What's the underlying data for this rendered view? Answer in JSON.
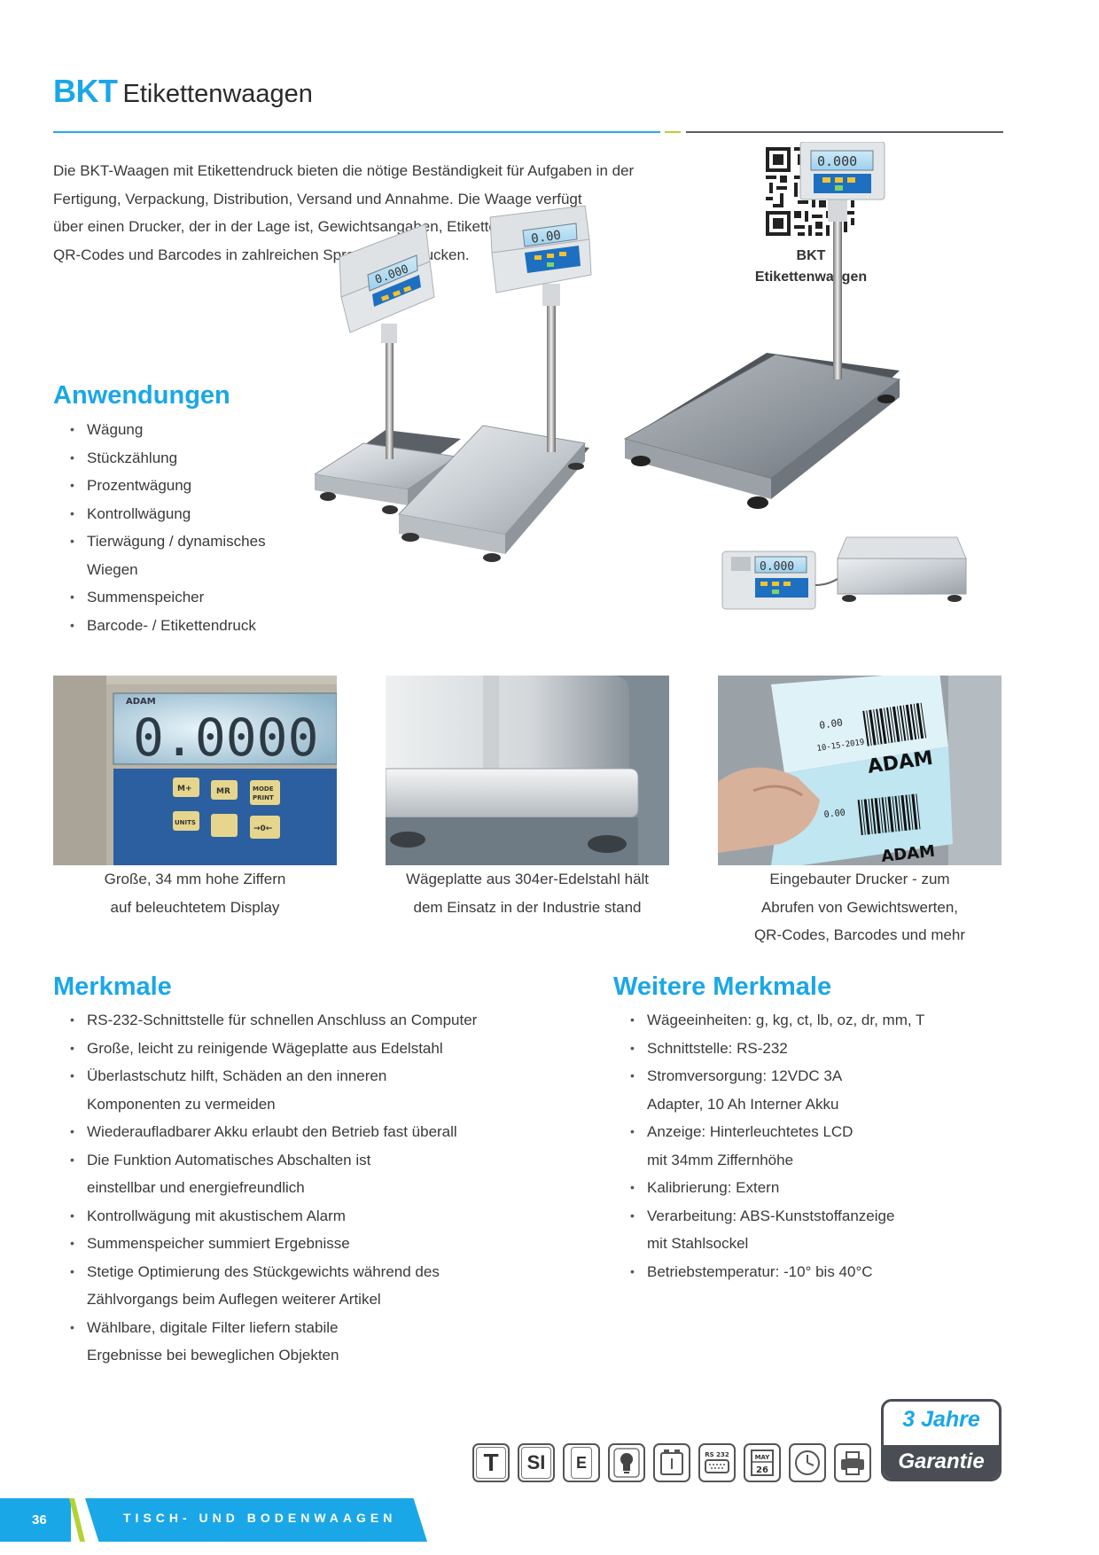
{
  "header": {
    "model": "BKT",
    "title": "Etikettenwaagen"
  },
  "intro": [
    "Die BKT-Waagen mit Etikettendruck bieten die nötige Beständigkeit für Aufgaben in der",
    "Fertigung, Verpackung, Distribution, Versand und Annahme. Die Waage verfügt",
    "über einen Drucker, der in der Lage ist, Gewichtsangaben, Etiketten,",
    "QR-Codes und Barcodes in zahlreichen Sprachen zu drucken."
  ],
  "qr": {
    "caption_line1": "BKT",
    "caption_line2": "Etikettenwaagen"
  },
  "applications": {
    "heading": "Anwendungen",
    "items": [
      "Wägung",
      "Stückzählung",
      "Prozentwägung",
      "Kontrollwägung",
      "Tierwägung / dynamisches",
      "Wiegen",
      "Summenspeicher",
      "Barcode- / Etikettendruck"
    ]
  },
  "product_images": {
    "display_small_readout": "0.000",
    "display_mid_readout": "0.00",
    "display_tall_readout": "0.000",
    "display_side_readout": "0.000"
  },
  "photos": [
    {
      "caption": [
        "Große, 34 mm hohe Ziffern",
        "auf beleuchtetem Display"
      ],
      "brand": "ADAM",
      "readout": "0.0000",
      "keys": [
        "M+",
        "MR",
        "MODE",
        "PRINT",
        "UNITS",
        "→0←"
      ]
    },
    {
      "caption": [
        "Wägeplatte aus 304er-Edelstahl hält",
        "dem Einsatz in der Industrie stand"
      ]
    },
    {
      "caption": [
        "Eingebauter Drucker - zum",
        "Abrufen von Gewichtswerten,",
        "QR-Codes, Barcodes und mehr"
      ],
      "label_values": [
        "0.00",
        "0.00",
        "10-15-2019"
      ],
      "brand": "ADAM"
    }
  ],
  "features": {
    "heading": "Merkmale",
    "items": [
      "RS-232-Schnittstelle für schnellen Anschluss an Computer",
      "Große, leicht zu reinigende Wägeplatte aus Edelstahl",
      "Überlastschutz hilft, Schäden an den inneren",
      "Komponenten zu vermeiden",
      "Wiederaufladbarer Akku erlaubt den Betrieb fast überall",
      "Die Funktion Automatisches Abschalten ist",
      "einstellbar und energiefreundlich",
      "Kontrollwägung mit akustischem Alarm",
      "Summenspeicher summiert Ergebnisse",
      "Stetige Optimierung des Stückgewichts während des",
      "Zählvorgangs beim Auflegen weiterer Artikel",
      "Wählbare, digitale Filter liefern stabile",
      "Ergebnisse bei beweglichen Objekten"
    ],
    "bullet_flags": [
      true,
      true,
      true,
      false,
      true,
      true,
      false,
      true,
      true,
      true,
      false,
      true,
      false
    ]
  },
  "more_features": {
    "heading": "Weitere Merkmale",
    "items": [
      "Wägeeinheiten: g, kg, ct, lb, oz, dr, mm, T",
      "Schnittstelle: RS-232",
      "Stromversorgung: 12VDC 3A",
      "Adapter, 10 Ah Interner Akku",
      "Anzeige: Hinterleuchtetes LCD",
      "mit 34mm Ziffernhöhe",
      "Kalibrierung: Extern",
      "Verarbeitung: ABS-Kunststoffanzeige",
      "mit Stahlsockel",
      "Betriebstemperatur: -10° bis 40°C"
    ],
    "bullet_flags": [
      true,
      true,
      true,
      false,
      true,
      false,
      true,
      true,
      false,
      true
    ]
  },
  "icons": [
    {
      "name": "tare-icon",
      "label": "T"
    },
    {
      "name": "si-units-icon",
      "label": "SI"
    },
    {
      "name": "e-mark-icon",
      "label": "E"
    },
    {
      "name": "backlight-bulb-icon",
      "label": ""
    },
    {
      "name": "battery-icon",
      "label": ""
    },
    {
      "name": "rs232-icon",
      "label": "RS 232"
    },
    {
      "name": "calendar-icon",
      "label": "MAY 26"
    },
    {
      "name": "clock-icon",
      "label": ""
    },
    {
      "name": "printer-icon",
      "label": ""
    }
  ],
  "warranty": {
    "line1": "3 Jahre",
    "line2": "Garantie"
  },
  "footer": {
    "page_number": "36",
    "section": "TISCH- UND BODENWAAGEN"
  },
  "colors": {
    "accent": "#1aa7e8",
    "accent_green": "#b3d334",
    "dark_grey": "#4a4e54"
  }
}
